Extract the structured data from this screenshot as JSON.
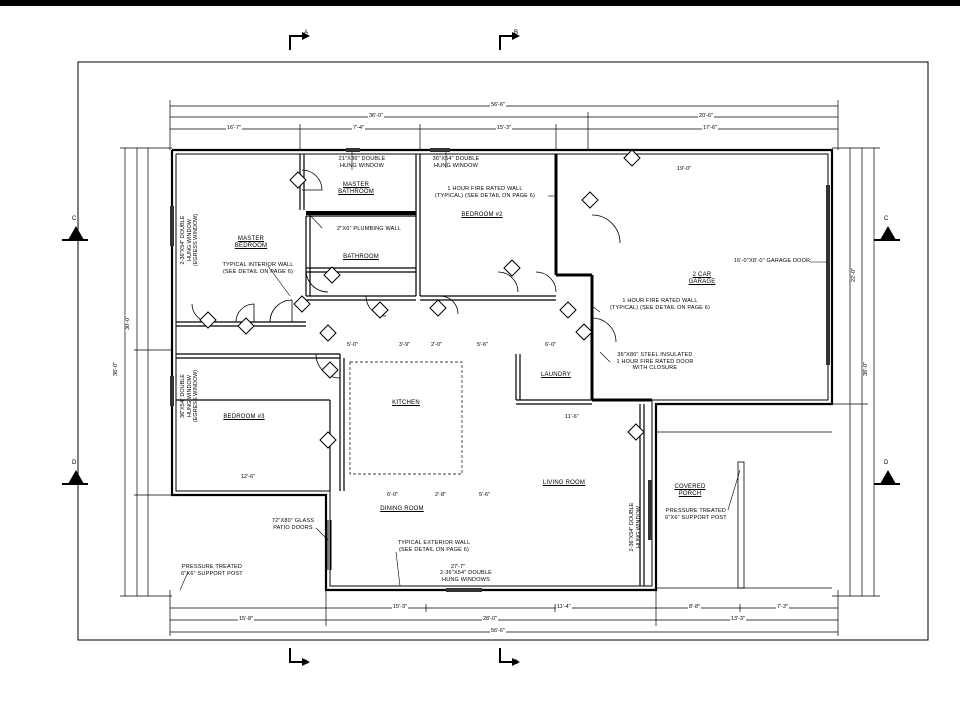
{
  "rooms": {
    "master_bathroom": "Master\nBathroom",
    "master_bedroom": "Master\nBedroom",
    "bathroom": "Bathroom",
    "bedroom2": "Bedroom #2",
    "bedroom3": "Bedroom #3",
    "garage": "2 Car\nGarage",
    "kitchen": "Kitchen",
    "laundry": "Laundry",
    "living_room": "Living Room",
    "dining_room": "Dining Room",
    "covered_porch": "Covered\nPorch"
  },
  "notes": {
    "window_master_bath": "21\"x36\" Double\nHung Window",
    "window_bed2": "36\"x54\" Double\nHung Window",
    "fire_wall_top": "1 Hour Fire Rated Wall\n(Typical) (See Detail On Page 6)",
    "plumbing_wall": "2\"x6\" Plumbing Wall",
    "interior_wall": "Typical Interior Wall\n(See Detail On Page 6)",
    "garage_door": "16'-0\"x8'-0\" Garage Door",
    "fire_wall_right": "1 Hour Fire Rated Wall\n(Typical) (See Detail On Page 6)",
    "steel_door": "36\"x80\" Steel Insulated\n1 Hour Fire Rated Door\nWith Closure",
    "window_master_bed": "2-36\"x54\" Double\nHung Window\n(Egress Window)",
    "window_bed3": "36\"x54\" Double\nHung Window\n(Egress Window)",
    "patio_doors": "72\"x80\" Glass\nPatio Doors",
    "exterior_wall": "Typical Exterior Wall\n(See Detail On Page 6)",
    "window_dining": "2-36\"x54\" Double\nHung Windows",
    "window_living": "2-36\"x54\" Double\nHung Window",
    "pt_post_porch": "Pressure Treated\n6\"x6\" Support Post",
    "pt_post_patio": "Pressure Treated\n6\"x6\" Support Post"
  },
  "sections": {
    "a": "A",
    "b": "B",
    "c": "C",
    "d": "D"
  },
  "dimensions": {
    "overall_top": "56'-6\"",
    "top_left_run": "36'-0\"",
    "top_right_run": "20'-6\"",
    "top_seg1": "16'-7\"",
    "top_seg2": "7'-4\"",
    "top_seg3": "15'-3\"",
    "top_seg4": "17'-6\"",
    "overall_bottom": "56'-6\"",
    "bottom_seg1": "15'-8\"",
    "bottom_mid": "28'-0\"",
    "bottom_seg3": "15'-3\"",
    "bottom_seg4": "11'-4\"",
    "bottom_seg5": "8'-8\"",
    "bottom_seg6": "7'-3\"",
    "bottom_right": "13'-3\"",
    "left_overall": "38'-0\"",
    "left_inner": "30'-0\"",
    "right_overall": "38'-0\"",
    "right_upper": "22'-0\"",
    "garage_width": "19'-0\"",
    "kitchen_width": "27'-7\"",
    "hall_1": "5'-0\"",
    "hall_2": "3'-9\"",
    "hall_3": "2'-0\"",
    "hall_4": "5'-6\"",
    "hall_5": "6'-0\"",
    "dining_1": "6'-0\"",
    "dining_2": "2'-8\"",
    "dining_3": "5'-6\"",
    "bed3_width": "12'-6\"",
    "porch_width": "11'-6\""
  },
  "colors": {
    "line": "#000000",
    "background": "#ffffff",
    "window": "#333333"
  }
}
